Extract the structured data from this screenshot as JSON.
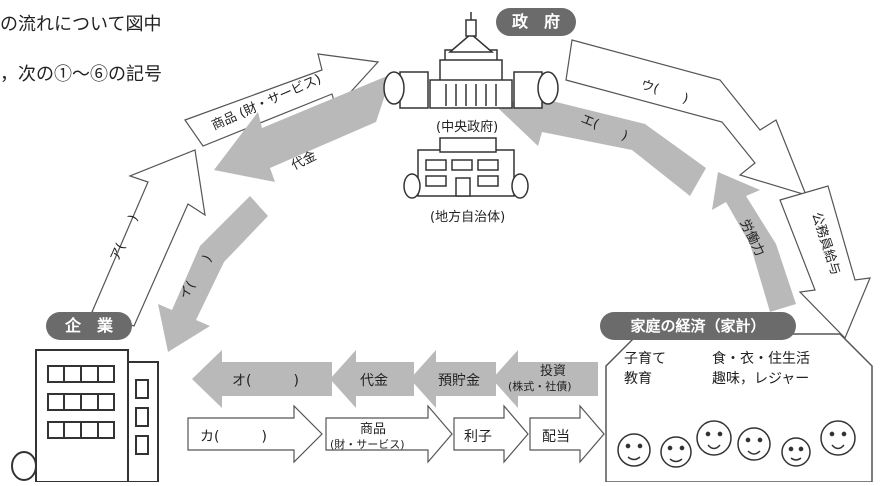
{
  "question": {
    "line1": "の流れについて図中",
    "line2": "，次の①～⑥の記号"
  },
  "nodes": {
    "government": {
      "title": "政　府",
      "central": "(中央政府)",
      "local": "(地方自治体)"
    },
    "firm": {
      "title": "企　業"
    },
    "household": {
      "title": "家庭の経済（家計）",
      "activity1": "子育て",
      "activity2": "教育",
      "activity3": "食・衣・住生活",
      "activity4": "趣味，レジャー"
    }
  },
  "flows": {
    "arc_goods": "商品 (財・サービス)",
    "arc_a": "ア(　　)",
    "arc_payment": "代金",
    "arc_i": "イ(　　)",
    "arc_u": "ウ(　　)",
    "arc_e": "エ(　　)",
    "arc_labor": "労働力",
    "arc_salary": "公務員給与",
    "row_o": "オ(　　　)",
    "row_payment": "代金",
    "row_savings": "預貯金",
    "row_invest_1": "投資",
    "row_invest_2": "(株式・社債)",
    "row_ka": "カ(　　　)",
    "row_goods_1": "商品",
    "row_goods_2": "(財・サービス)",
    "row_interest": "利子",
    "row_dividend": "配当"
  },
  "colors": {
    "gray_arrow": "#b9b9b9",
    "pill": "#6b6b6b",
    "outline": "#555555"
  }
}
